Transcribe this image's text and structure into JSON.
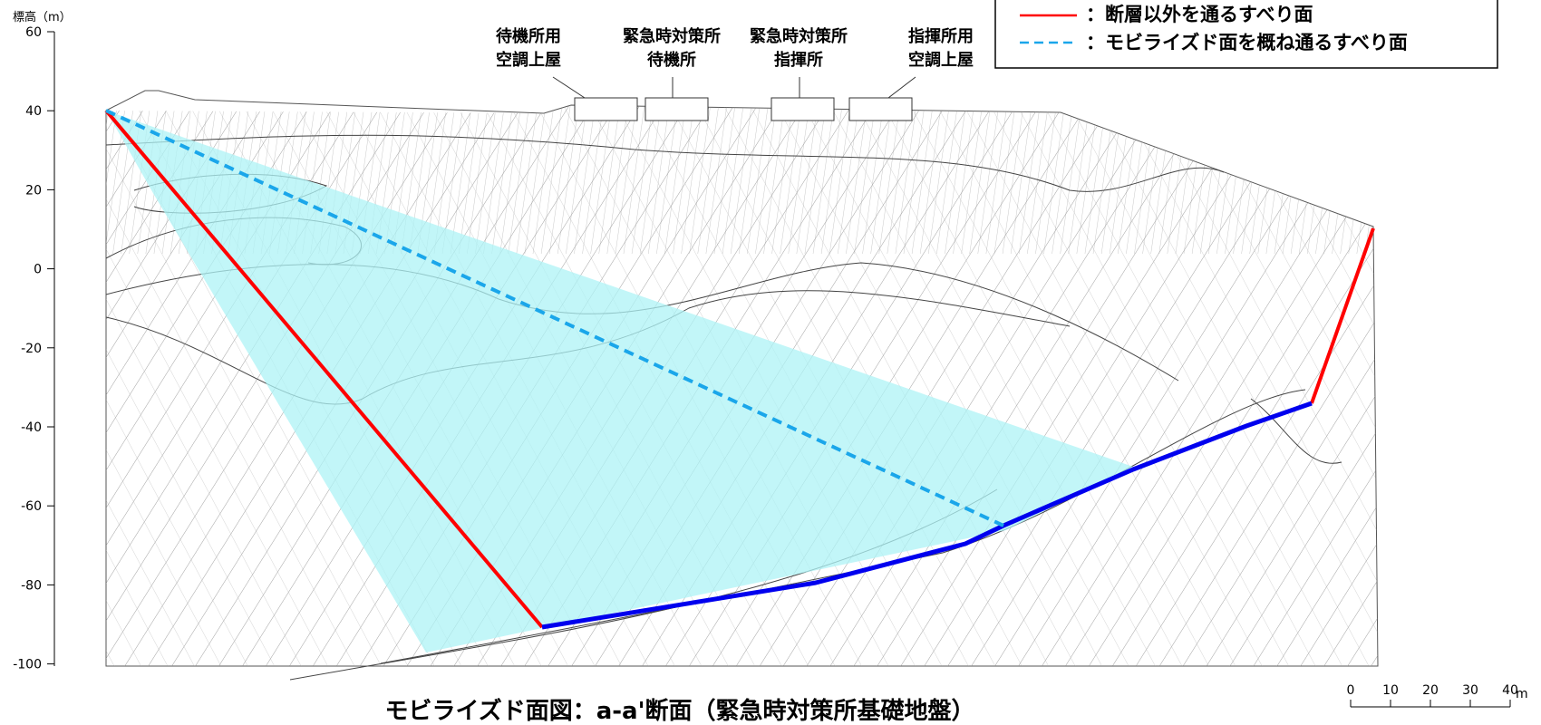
{
  "axis": {
    "y_label": "標高（m）",
    "y_ticks": [
      "60",
      "40",
      "20",
      "0",
      "-20",
      "-40",
      "-60",
      "-80",
      "-100"
    ],
    "y_range": [
      -100,
      60
    ]
  },
  "buildings": [
    {
      "line1": "待機所用",
      "line2": "空調上屋"
    },
    {
      "line1": "緊急時対策所",
      "line2": "待機所"
    },
    {
      "line1": "緊急時対策所",
      "line2": "指揮所"
    },
    {
      "line1": "指揮所用",
      "line2": "空調上屋"
    }
  ],
  "legend": {
    "item1": "：断層以外を通るすべり面",
    "item2": "：モビライズド面を概ね通るすべり面",
    "colors": {
      "red": "#ff0000",
      "cyan_dash": "#1aa6ea",
      "blue": "#0000ee",
      "fill": "#bff7f8"
    }
  },
  "scale": {
    "ticks": [
      "0",
      "10",
      "20",
      "30",
      "40"
    ],
    "unit": "m"
  },
  "caption": "モビライズド面図：a-a'断面（緊急時対策所基礎地盤）"
}
